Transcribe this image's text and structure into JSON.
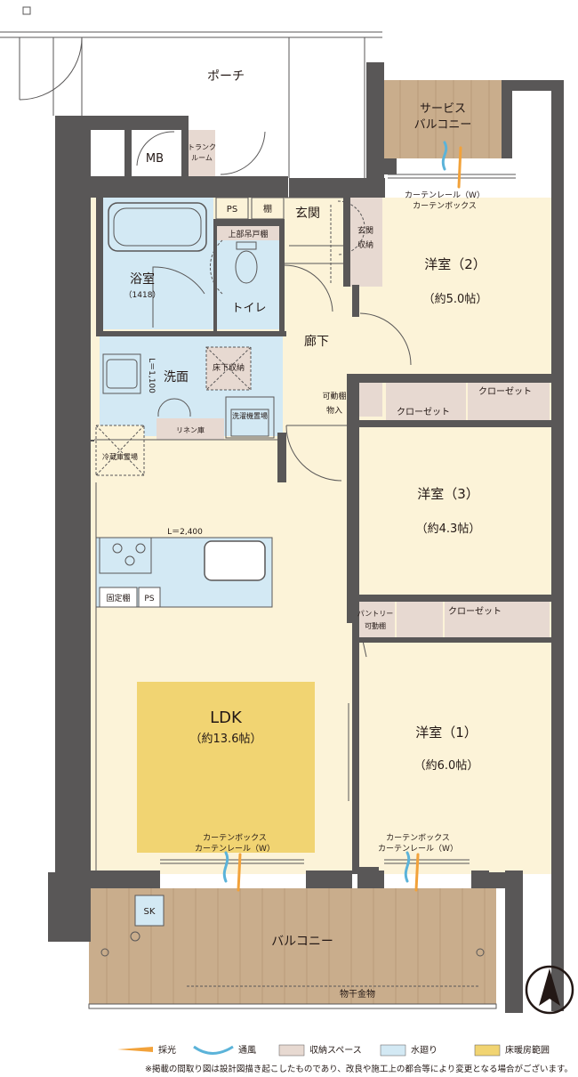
{
  "rooms": {
    "porch": "ポーチ",
    "service_balcony": [
      "サービス",
      "バルコニー"
    ],
    "mb": "MB",
    "trunk_room": [
      "トランク",
      "ルーム"
    ],
    "ps_top": "PS",
    "shelf_top": "棚",
    "entrance": "玄関",
    "entrance_storage": [
      "玄関",
      "収納"
    ],
    "bath": "浴室",
    "bath_size": "（1418）",
    "upper_cabinet": "上部吊戸棚",
    "toilet": "トイレ",
    "hallway": "廊下",
    "western2": "洋室（2）",
    "western2_size": "（約5.0帖）",
    "washroom": "洗面",
    "underfloor_storage": "床下収納",
    "l_dim_vertical": "L＝1,100",
    "linen": "リネン庫",
    "washer_area": "洗濯機置場",
    "movable_shelf_storage": [
      "可動棚",
      "物入"
    ],
    "closet_a": "クローゼット",
    "closet_b": "クローゼット",
    "fridge_area": "冷蔵庫置場",
    "western3": "洋室（3）",
    "western3_size": "（約4.3帖）",
    "kitchen_length": "L＝2,400",
    "fixed_shelf": "固定棚",
    "ps_kitchen": "PS",
    "pantry": [
      "パントリー",
      "可動棚"
    ],
    "closet_c": "クローゼット",
    "ldk": "LDK",
    "ldk_size": "（約13.6帖）",
    "western1": "洋室（1）",
    "western1_size": "（約6.0帖）",
    "balcony": "バルコニー",
    "sk": "SK",
    "drying_hardware": "物干金物"
  },
  "curtain_labels": {
    "top": [
      "カーテンレール（W）",
      "カーテンボックス"
    ],
    "ldk": [
      "カーテンボックス",
      "カーテンレール（W）"
    ],
    "western1": [
      "カーテンボックス",
      "カーテンレール（W）"
    ]
  },
  "legend": {
    "daylight": "採光",
    "ventilation": "通風",
    "storage": "収納スペース",
    "water": "水廻り",
    "floor_heating": "床暖房範囲"
  },
  "colors": {
    "wall": "#595757",
    "floor": "#fcf3d8",
    "water": "#d3e9f4",
    "storage": "#e7d9d1",
    "floor_heating": "#f1d472",
    "balcony_wood": "#c9ad8c",
    "daylight": "#f2a23a",
    "ventilation": "#5bb3d9"
  },
  "note": "※掲載の間取り図は設計図描き起こしたものであり、改良や施工上の都合等により変更となる場合がございます。"
}
